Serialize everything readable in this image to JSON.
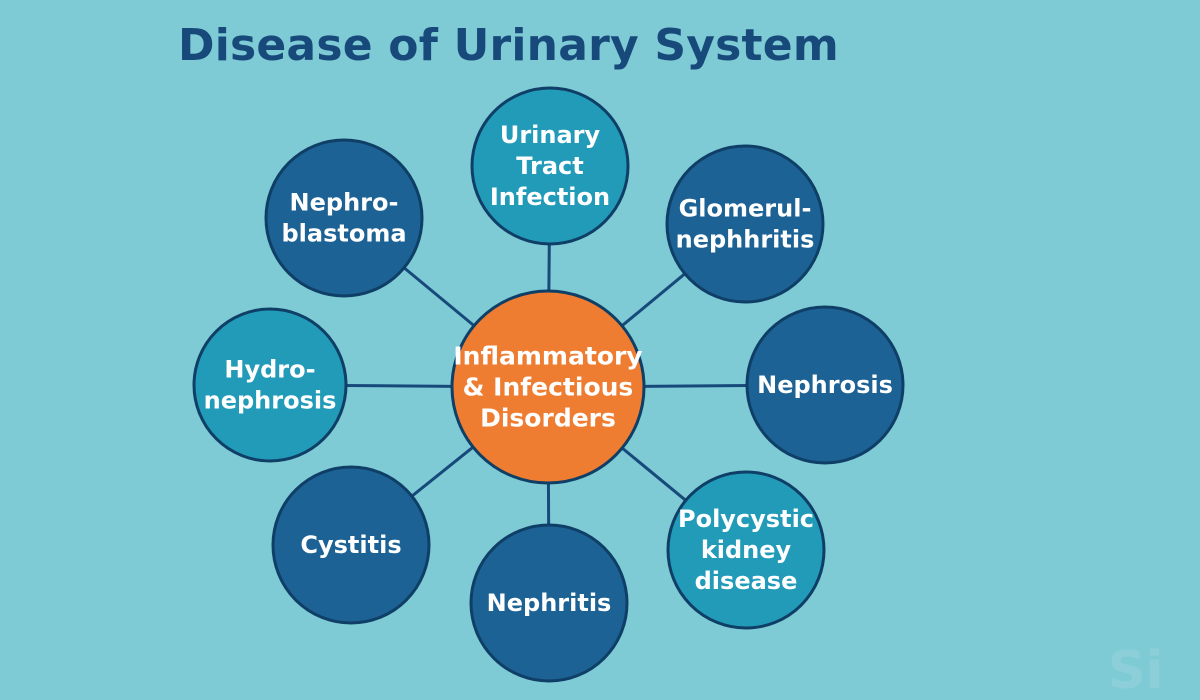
{
  "title": "Disease of Urinary System",
  "colors": {
    "background": "#7ecbd6",
    "title": "#174a7a",
    "hub": "#ef7d31",
    "node_dark": "#1c6294",
    "node_light": "#229bb9",
    "outline": "#0f3f66",
    "connector": "#174a7a"
  },
  "hub": {
    "lines": [
      "Inflammatory",
      "& Infectious",
      "Disorders"
    ]
  },
  "nodes": [
    {
      "id": "urinary-tract-infection",
      "lines": [
        "Urinary",
        "Tract",
        "Infection"
      ],
      "shade": "light"
    },
    {
      "id": "glomerulonephritis",
      "lines": [
        "Glomerul-",
        "nephhritis"
      ],
      "shade": "dark"
    },
    {
      "id": "nephrosis",
      "lines": [
        "Nephrosis"
      ],
      "shade": "dark"
    },
    {
      "id": "polycystic-kidney-disease",
      "lines": [
        "Polycystic",
        "kidney",
        "disease"
      ],
      "shade": "light"
    },
    {
      "id": "nephritis",
      "lines": [
        "Nephritis"
      ],
      "shade": "dark"
    },
    {
      "id": "cystitis",
      "lines": [
        "Cystitis"
      ],
      "shade": "dark"
    },
    {
      "id": "hydronephrosis",
      "lines": [
        "Hydro-",
        "nephrosis"
      ],
      "shade": "light"
    },
    {
      "id": "nephroblastoma",
      "lines": [
        "Nephro-",
        "blastoma"
      ],
      "shade": "dark"
    }
  ],
  "watermark": "Si"
}
